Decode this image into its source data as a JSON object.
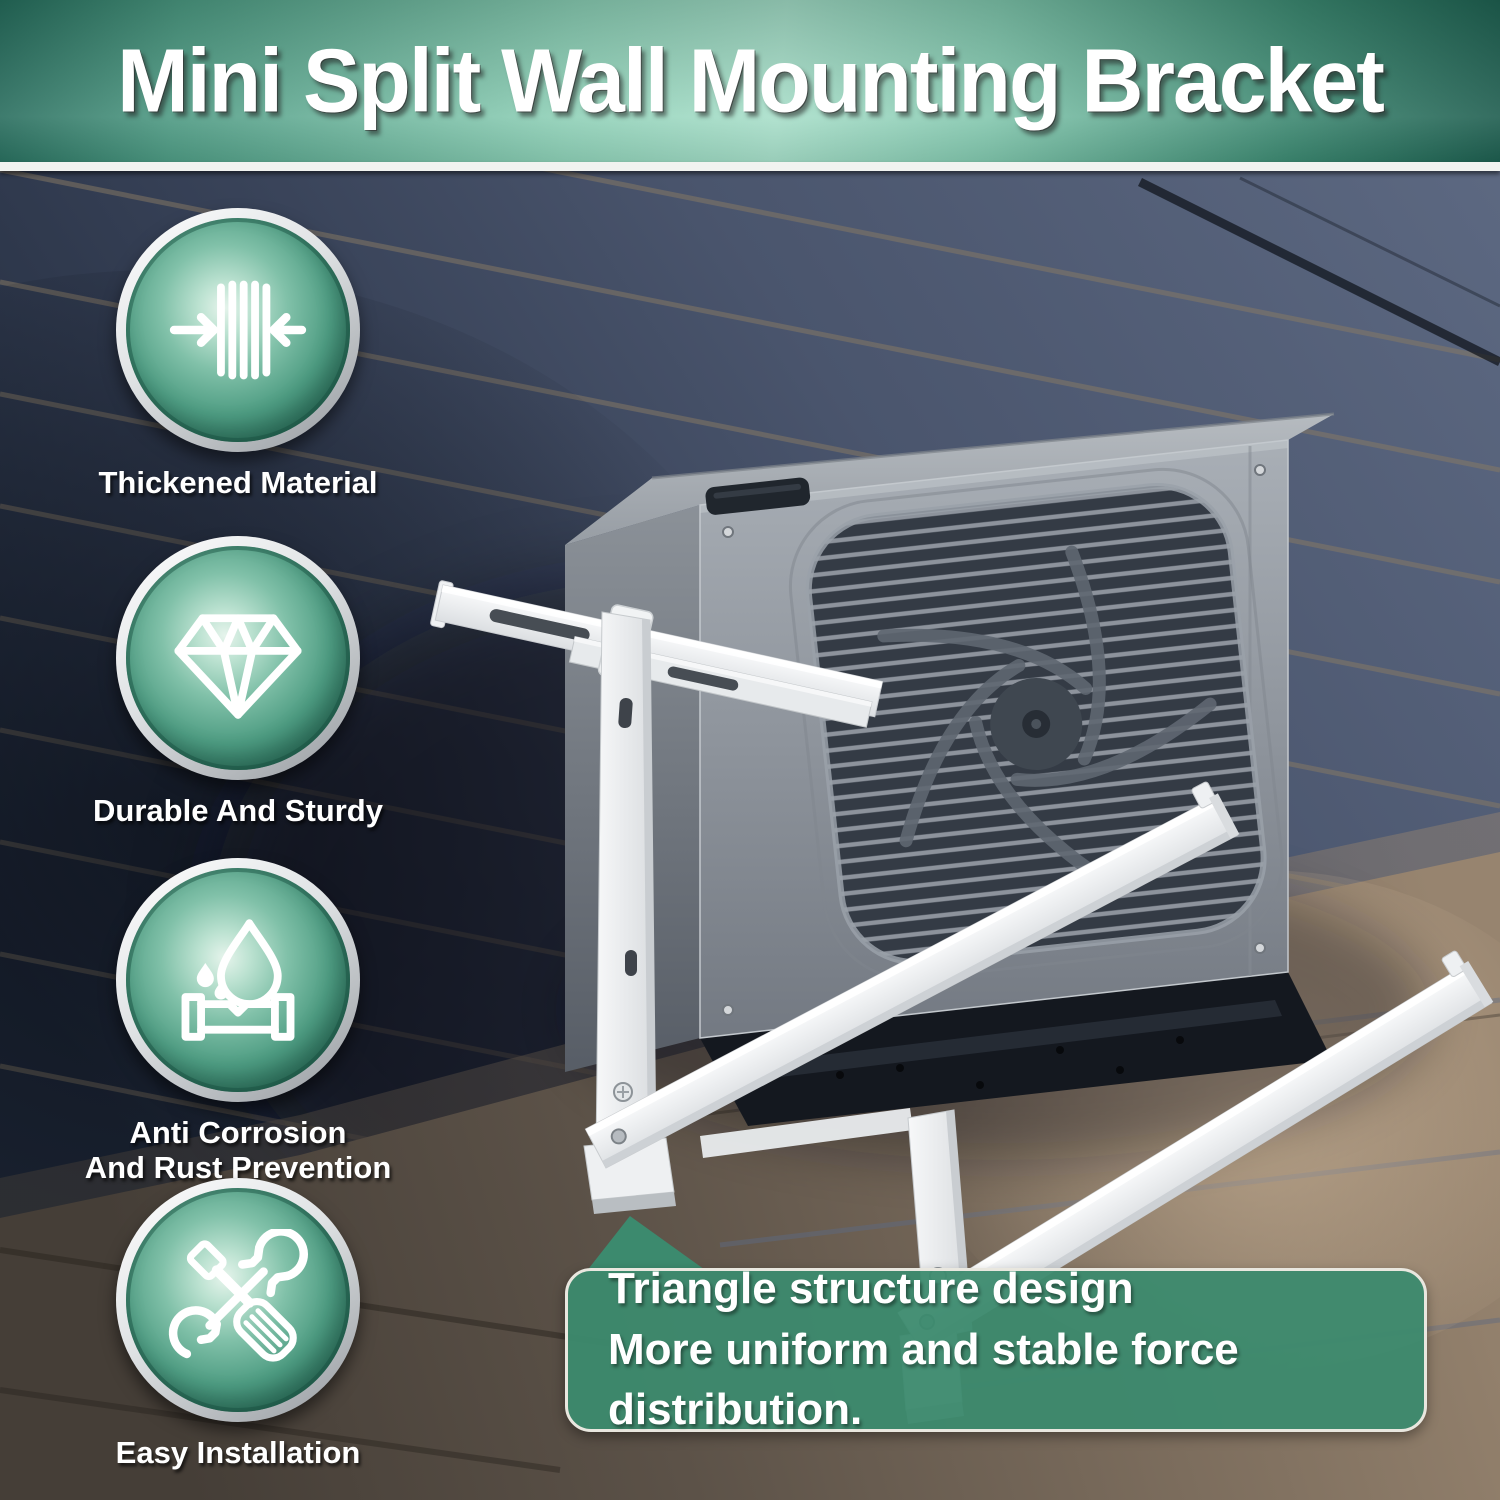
{
  "header": {
    "title": "Mini Split Wall Mounting Bracket"
  },
  "features": [
    {
      "icon": "compress-arrows-icon",
      "label": "Thickened Material"
    },
    {
      "icon": "diamond-icon",
      "label": "Durable And Sturdy"
    },
    {
      "icon": "water-drop-pipe-icon",
      "label": "Anti Corrosion",
      "label2": "And Rust Prevention"
    },
    {
      "icon": "wrench-screwdriver-icon",
      "label": "Easy Installation"
    }
  ],
  "callout": {
    "line1": "Triangle structure design",
    "line2": "More uniform and stable force distribution."
  },
  "colors": {
    "header_green_dark": "#1d5c4e",
    "header_green_light": "#a9dfca",
    "badge_green": "#35836c",
    "badge_ring_silver": "#d9dcde",
    "callout_green": "#3c8a6e",
    "callout_border": "#e9e7df",
    "wall_blue": "#4a556d",
    "wall_brown": "#7c6d5d",
    "unit_gray": "#9aa0a8",
    "bracket_white": "#f3f4f5",
    "text_white": "#ffffff"
  }
}
